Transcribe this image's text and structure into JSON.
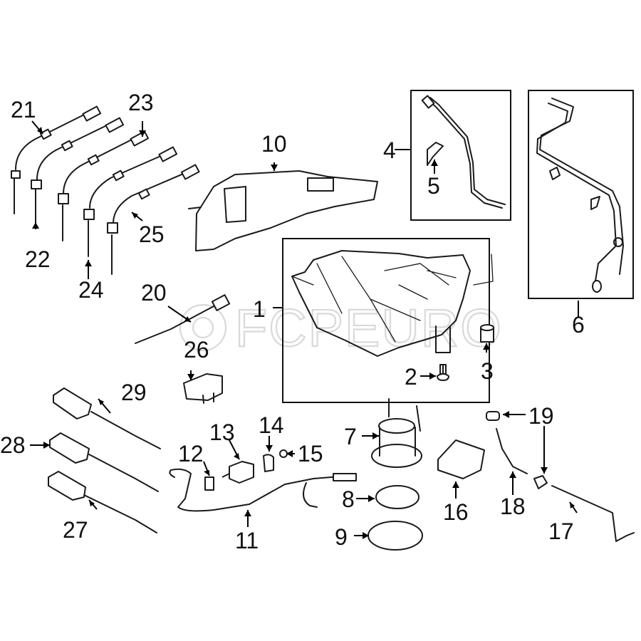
{
  "diagram": {
    "title": "Fuel tank & exhaust sensor parts diagram",
    "watermark": "FCPEURO",
    "colors": {
      "line": "#1a1a1a",
      "background": "#ffffff",
      "watermark": "#d9d9d9"
    },
    "callouts": [
      {
        "id": 1,
        "label": "1",
        "part": "fuel-tank"
      },
      {
        "id": 2,
        "label": "2",
        "part": "bolt"
      },
      {
        "id": 3,
        "label": "3",
        "part": "bushing"
      },
      {
        "id": 4,
        "label": "4",
        "part": "fuel-line-set-upper"
      },
      {
        "id": 5,
        "label": "5",
        "part": "clip"
      },
      {
        "id": 6,
        "label": "6",
        "part": "fuel-line-set"
      },
      {
        "id": 7,
        "label": "7",
        "part": "fuel-pump"
      },
      {
        "id": 8,
        "label": "8",
        "part": "seal-ring"
      },
      {
        "id": 9,
        "label": "9",
        "part": "lock-ring"
      },
      {
        "id": 10,
        "label": "10",
        "part": "heat-shield"
      },
      {
        "id": 11,
        "label": "11",
        "part": "hose-assembly"
      },
      {
        "id": 12,
        "label": "12",
        "part": "connector"
      },
      {
        "id": 13,
        "label": "13",
        "part": "valve"
      },
      {
        "id": 14,
        "label": "14",
        "part": "bracket"
      },
      {
        "id": 15,
        "label": "15",
        "part": "washer"
      },
      {
        "id": 16,
        "label": "16",
        "part": "control-module"
      },
      {
        "id": 17,
        "label": "17",
        "part": "hose"
      },
      {
        "id": 18,
        "label": "18",
        "part": "hose"
      },
      {
        "id": 19,
        "label": "19",
        "part": "clamp"
      },
      {
        "id": 20,
        "label": "20",
        "part": "oxygen-sensor"
      },
      {
        "id": 21,
        "label": "21",
        "part": "temperature-sensor"
      },
      {
        "id": 22,
        "label": "22",
        "part": "temperature-sensor"
      },
      {
        "id": 23,
        "label": "23",
        "part": "temperature-sensor"
      },
      {
        "id": 24,
        "label": "24",
        "part": "temperature-sensor"
      },
      {
        "id": 25,
        "label": "25",
        "part": "temperature-sensor"
      },
      {
        "id": 26,
        "label": "26",
        "part": "pressure-sensor"
      },
      {
        "id": 27,
        "label": "27",
        "part": "nox-sensor"
      },
      {
        "id": 28,
        "label": "28",
        "part": "nox-sensor"
      },
      {
        "id": 29,
        "label": "29",
        "part": "nox-sensor"
      }
    ]
  }
}
